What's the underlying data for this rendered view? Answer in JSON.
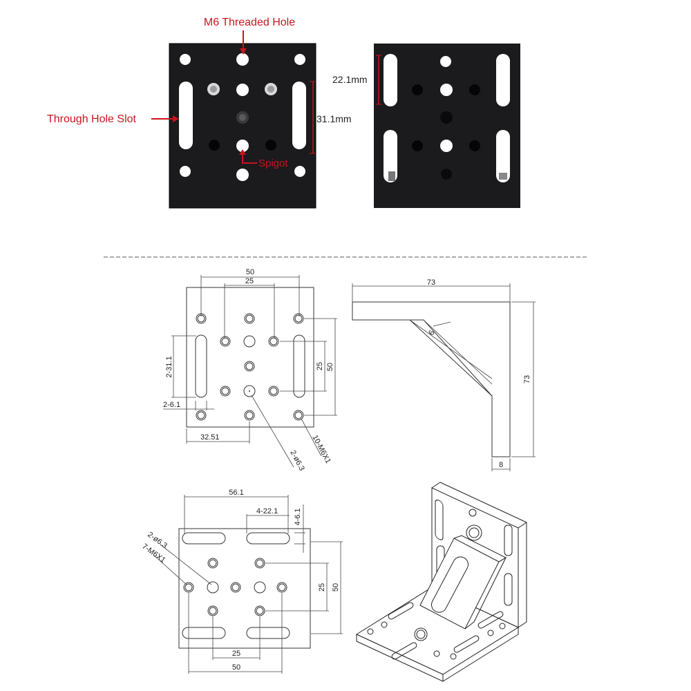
{
  "colors": {
    "plate": "#1b1b1d",
    "hole": "#ffffff",
    "annotation": "#c8141e",
    "line": "#333333"
  },
  "callouts": {
    "threaded_hole": "M6 Threaded Hole",
    "through_slot": "Through Hole Slot",
    "spigot": "Spigot",
    "slot_length_front": "31.1mm",
    "slot_length_back": "22.1mm"
  },
  "front_view": {
    "dim_50": "50",
    "dim_25": "25",
    "dim_slot": "2-31.1",
    "dim_slot_width": "2-6.1",
    "dim_32_51": "32.51",
    "dim_v25": "25",
    "dim_v50": "50",
    "note_spigot": "2-ø6.3",
    "note_thread": "10-M6X1"
  },
  "side_view": {
    "dim_width": "73",
    "dim_height": "73",
    "dim_rib": "6",
    "dim_thickness": "8"
  },
  "back_view": {
    "dim_56_1": "56.1",
    "dim_slot": "4-22.1",
    "dim_slot_width": "4-6.1",
    "note_spigot": "2-ø6.3",
    "note_thread": "7-M6X1",
    "dim_v25": "25",
    "dim_v50": "50",
    "dim_h25": "25",
    "dim_h50": "50"
  }
}
